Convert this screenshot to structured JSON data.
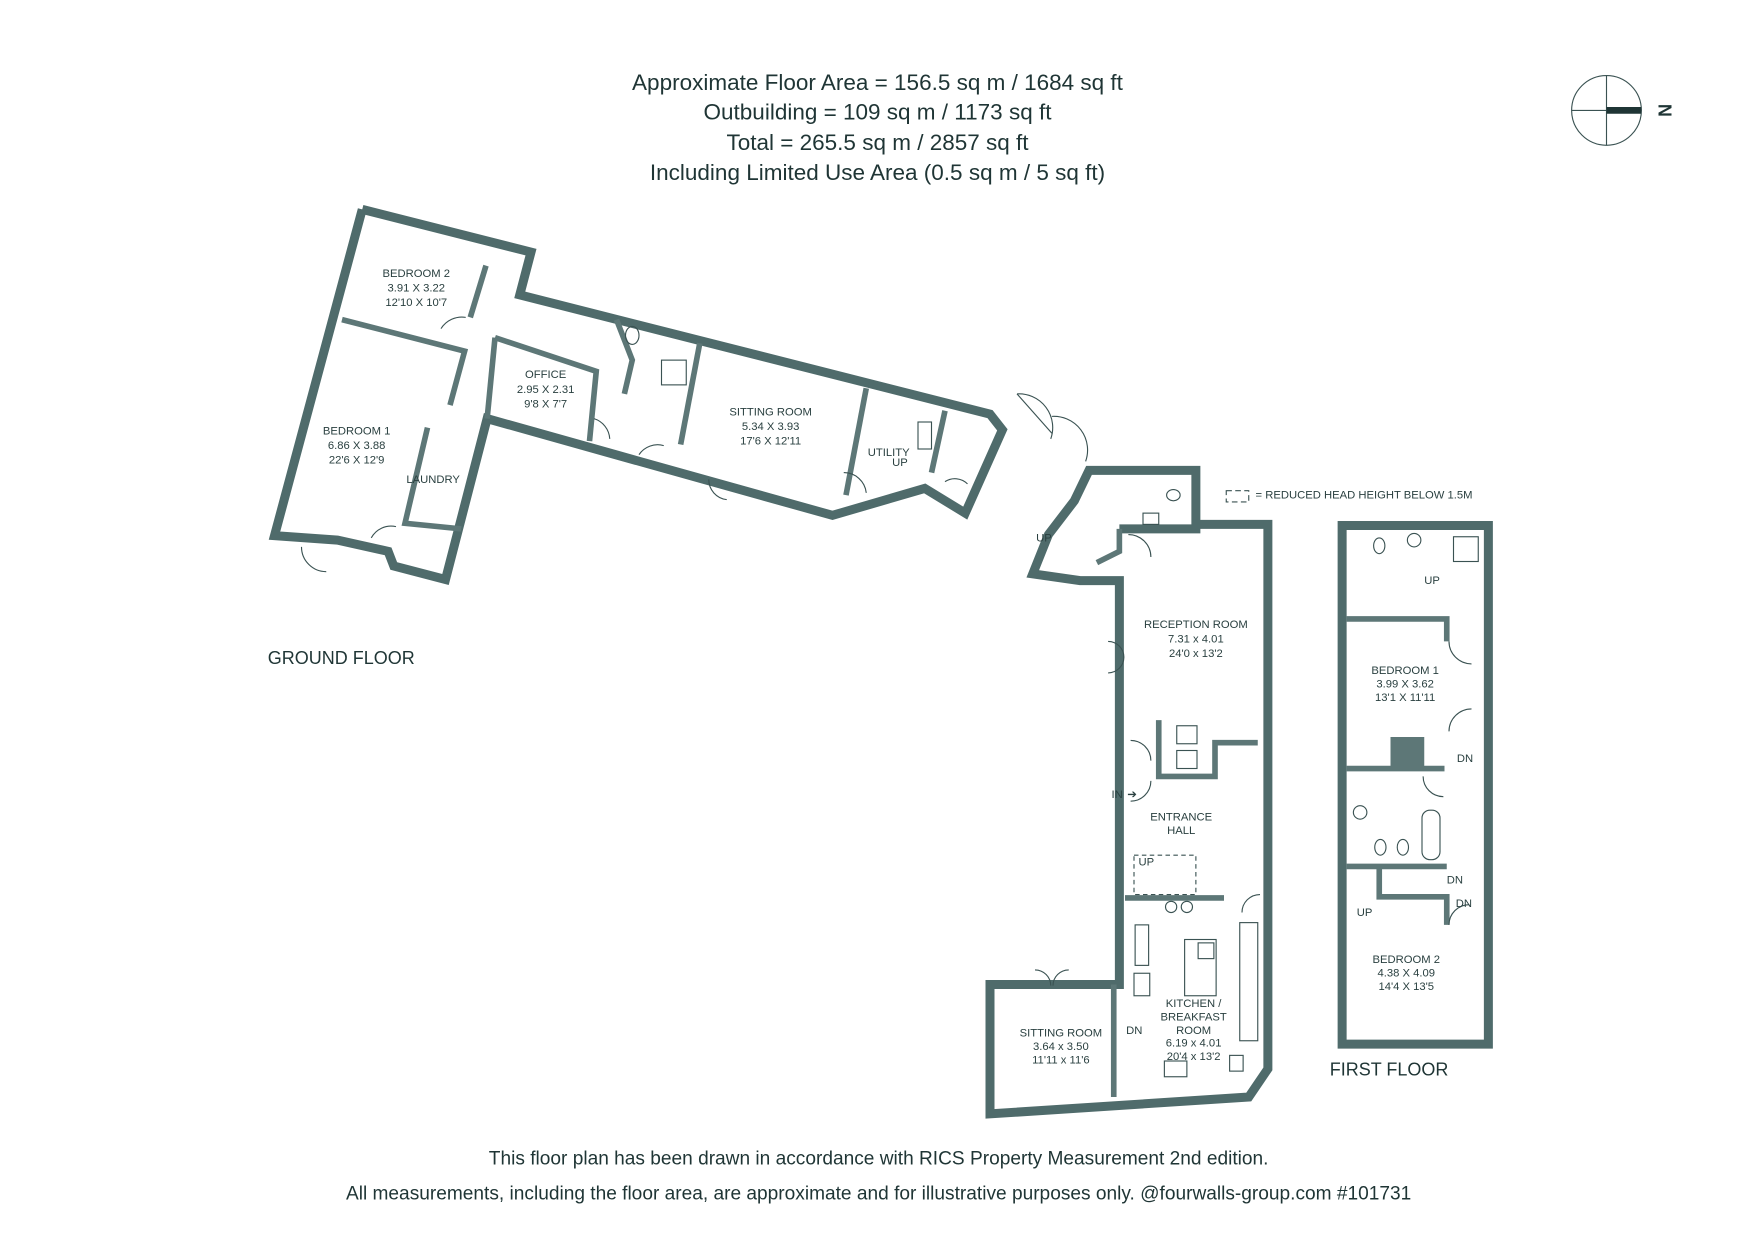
{
  "header": {
    "line1": "Approximate Floor Area = 156.5 sq m / 1684 sq ft",
    "line2": "Outbuilding = 109 sq m / 1173 sq ft",
    "line3": "Total = 265.5 sq m / 2857 sq ft",
    "line4": "Including Limited Use Area (0.5 sq m / 5 sq ft)"
  },
  "compass": {
    "label": "N"
  },
  "legend": {
    "reduced_head_height": "= REDUCED HEAD HEIGHT BELOW 1.5M"
  },
  "floors": {
    "ground": "GROUND FLOOR",
    "first": "FIRST FLOOR"
  },
  "rooms": {
    "bedroom2_gf": {
      "name": "BEDROOM 2",
      "metric": "3.91 X 3.22",
      "imperial": "12'10 X 10'7"
    },
    "bedroom1_gf": {
      "name": "BEDROOM 1",
      "metric": "6.86 X 3.88",
      "imperial": "22'6 X 12'9"
    },
    "office": {
      "name": "OFFICE",
      "metric": "2.95 X 2.31",
      "imperial": "9'8 X 7'7"
    },
    "sitting_room_out": {
      "name": "SITTING ROOM",
      "metric": "5.34 X 3.93",
      "imperial": "17'6 X 12'11"
    },
    "laundry": {
      "name": "LAUNDRY"
    },
    "utility": {
      "name": "UTILITY"
    },
    "reception": {
      "name": "RECEPTION ROOM",
      "metric": "7.31 x 4.01",
      "imperial": "24'0 x 13'2"
    },
    "entrance_hall": {
      "name1": "ENTRANCE",
      "name2": "HALL"
    },
    "kitchen": {
      "name1": "KITCHEN /",
      "name2": "BREAKFAST",
      "name3": "ROOM",
      "metric": "6.19 x 4.01",
      "imperial": "20'4 x 13'2"
    },
    "sitting_room_main": {
      "name": "SITTING ROOM",
      "metric": "3.64 x 3.50",
      "imperial": "11'11 x 11'6"
    },
    "bedroom1_ff": {
      "name": "BEDROOM 1",
      "metric": "3.99 X 3.62",
      "imperial": "13'1 X 11'11"
    },
    "bedroom2_ff": {
      "name": "BEDROOM 2",
      "metric": "4.38 X 4.09",
      "imperial": "14'4 X 13'5"
    }
  },
  "markers": {
    "up": "UP",
    "dn": "DN",
    "in": "IN"
  },
  "footer": {
    "line1": "This floor plan has been drawn in accordance with RICS Property Measurement 2nd edition.",
    "line2": "All measurements, including the floor area, are approximate and for illustrative purposes only. @fourwalls-group.com #101731"
  },
  "colors": {
    "wall": "#4f6b6b",
    "text": "#1f3535"
  }
}
